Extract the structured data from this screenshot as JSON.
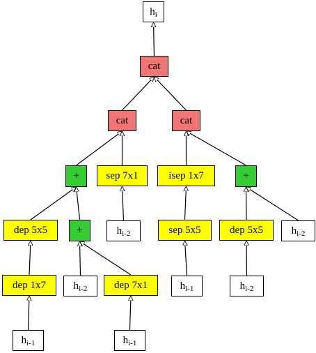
{
  "colors": {
    "cat": "#f27575",
    "op": "#ffff00",
    "add": "#33cc33",
    "input": "#ffffff",
    "edge": "#000000"
  },
  "nodes": {
    "hi_out": {
      "label": "h",
      "sub": "i",
      "type": "input"
    },
    "cat_top": {
      "label": "cat",
      "sub": "",
      "type": "cat"
    },
    "cat_left": {
      "label": "cat",
      "sub": "",
      "type": "cat"
    },
    "cat_right": {
      "label": "cat",
      "sub": "",
      "type": "cat"
    },
    "add_left": {
      "label": "+",
      "sub": "",
      "type": "add"
    },
    "sep_7x1": {
      "label": "sep 7x1",
      "sub": "",
      "type": "op"
    },
    "isep_1x7": {
      "label": "isep 1x7",
      "sub": "",
      "type": "op"
    },
    "add_right": {
      "label": "+",
      "sub": "",
      "type": "add"
    },
    "dep_5x5_a": {
      "label": "dep 5x5",
      "sub": "",
      "type": "op"
    },
    "add_mid": {
      "label": "+",
      "sub": "",
      "type": "add"
    },
    "h_im2_a": {
      "label": "h",
      "sub": "i-2",
      "type": "input"
    },
    "sep_5x5": {
      "label": "sep 5x5",
      "sub": "",
      "type": "op"
    },
    "dep_5x5_b": {
      "label": "dep 5x5",
      "sub": "",
      "type": "op"
    },
    "h_im2_b": {
      "label": "h",
      "sub": "i-2",
      "type": "input"
    },
    "dep_1x7": {
      "label": "dep 1x7",
      "sub": "",
      "type": "op"
    },
    "h_im2_c": {
      "label": "h",
      "sub": "i-2",
      "type": "input"
    },
    "dep_7x1": {
      "label": "dep 7x1",
      "sub": "",
      "type": "op"
    },
    "h_im1_a": {
      "label": "h",
      "sub": "i-1",
      "type": "input"
    },
    "h_im2_d": {
      "label": "h",
      "sub": "i-2",
      "type": "input"
    },
    "h_im1_b": {
      "label": "h",
      "sub": "i-1",
      "type": "input"
    },
    "h_im1_c": {
      "label": "h",
      "sub": "i-1",
      "type": "input"
    }
  },
  "edges": [
    [
      "cat_top",
      "hi_out"
    ],
    [
      "cat_left",
      "cat_top"
    ],
    [
      "cat_right",
      "cat_top"
    ],
    [
      "add_left",
      "cat_left"
    ],
    [
      "sep_7x1",
      "cat_left"
    ],
    [
      "isep_1x7",
      "cat_right"
    ],
    [
      "add_right",
      "cat_right"
    ],
    [
      "dep_5x5_a",
      "add_left"
    ],
    [
      "add_mid",
      "add_left"
    ],
    [
      "h_im2_a",
      "sep_7x1"
    ],
    [
      "sep_5x5",
      "isep_1x7"
    ],
    [
      "dep_5x5_b",
      "add_right"
    ],
    [
      "h_im2_b",
      "add_right"
    ],
    [
      "dep_1x7",
      "dep_5x5_a"
    ],
    [
      "h_im2_c",
      "add_mid"
    ],
    [
      "dep_7x1",
      "add_mid"
    ],
    [
      "h_im1_a",
      "sep_5x5"
    ],
    [
      "h_im2_d",
      "dep_5x5_b"
    ],
    [
      "h_im1_b",
      "dep_1x7"
    ],
    [
      "h_im1_c",
      "dep_7x1"
    ]
  ]
}
